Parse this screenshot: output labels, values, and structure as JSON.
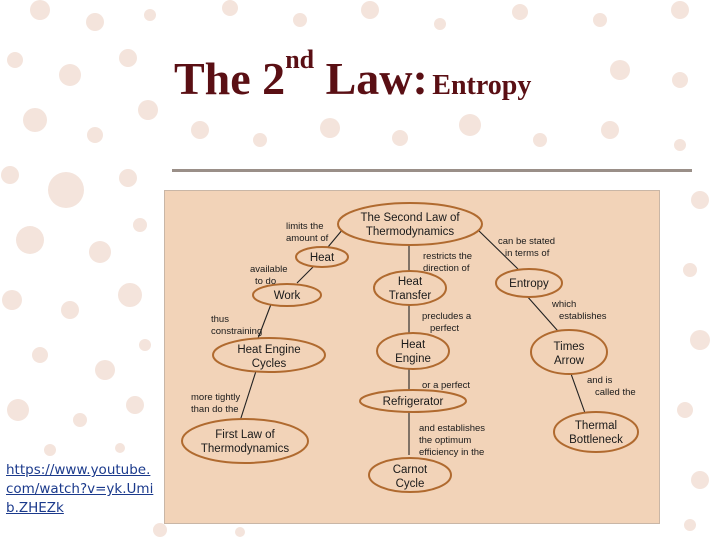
{
  "slide": {
    "title_main": "The 2",
    "title_sup": "nd",
    "title_law": " Law:",
    "title_tail": "Entropy",
    "link_text": "https://www.youtube.com/watch?v=yk.Umib.ZHEZk"
  },
  "concept_map": {
    "nodes": {
      "second_law": [
        "The Second Law of",
        "Thermodynamics"
      ],
      "heat": [
        "Heat"
      ],
      "heat_transfer": [
        "Heat",
        "Transfer"
      ],
      "entropy": [
        "Entropy"
      ],
      "work": [
        "Work"
      ],
      "heat_engine_cycles": [
        "Heat Engine",
        "Cycles"
      ],
      "heat_engine": [
        "Heat",
        "Engine"
      ],
      "times_arrow": [
        "Times",
        "Arrow"
      ],
      "refrigerator": [
        "Refrigerator"
      ],
      "first_law": [
        "First Law of",
        "Thermodynamics"
      ],
      "thermal_bottleneck": [
        "Thermal",
        "Bottleneck"
      ],
      "carnot_cycle": [
        "Carnot",
        "Cycle"
      ]
    },
    "edge_labels": {
      "limits": [
        "limits the",
        "amount of"
      ],
      "restricts": [
        "restricts the",
        "direction of"
      ],
      "stated": [
        "can be stated",
        "in terms of"
      ],
      "available": [
        "available",
        "to do"
      ],
      "constraining": [
        "thus",
        "constraining"
      ],
      "precludes": [
        "precludes a",
        "perfect"
      ],
      "establishes": [
        "which",
        "establishes"
      ],
      "perfect": [
        "or a perfect"
      ],
      "tightly": [
        "more tightly",
        "than do the"
      ],
      "called": [
        "and is",
        "called the"
      ],
      "optimum": [
        "and establishes",
        "the optimum",
        "efficiency in the"
      ]
    }
  }
}
